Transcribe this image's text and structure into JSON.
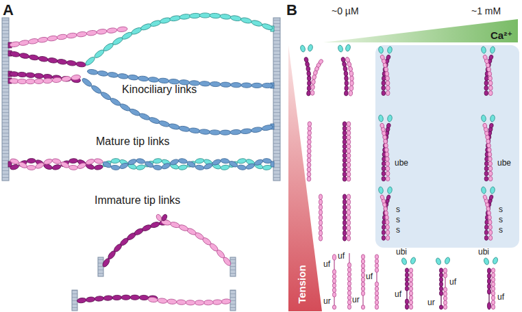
{
  "diagram": {
    "nodes": [
      {
        "text": [
          "Ca²⁺"
        ]
      },
      {
        "text": [
          "Tension"
        ]
      }
    ],
    "labels": [
      "A",
      "Kinociliary links",
      "Mature tip links",
      "Immature tip links",
      "B",
      "~0 µM",
      "~1 mM",
      "ube",
      "ube",
      "s",
      "s",
      "s",
      "s",
      "s",
      "s",
      "uf",
      "uf",
      "uf",
      "ur",
      "ur",
      "ubi",
      "uf",
      "ur",
      "uf",
      "ubi",
      "uf"
    ]
  }
}
